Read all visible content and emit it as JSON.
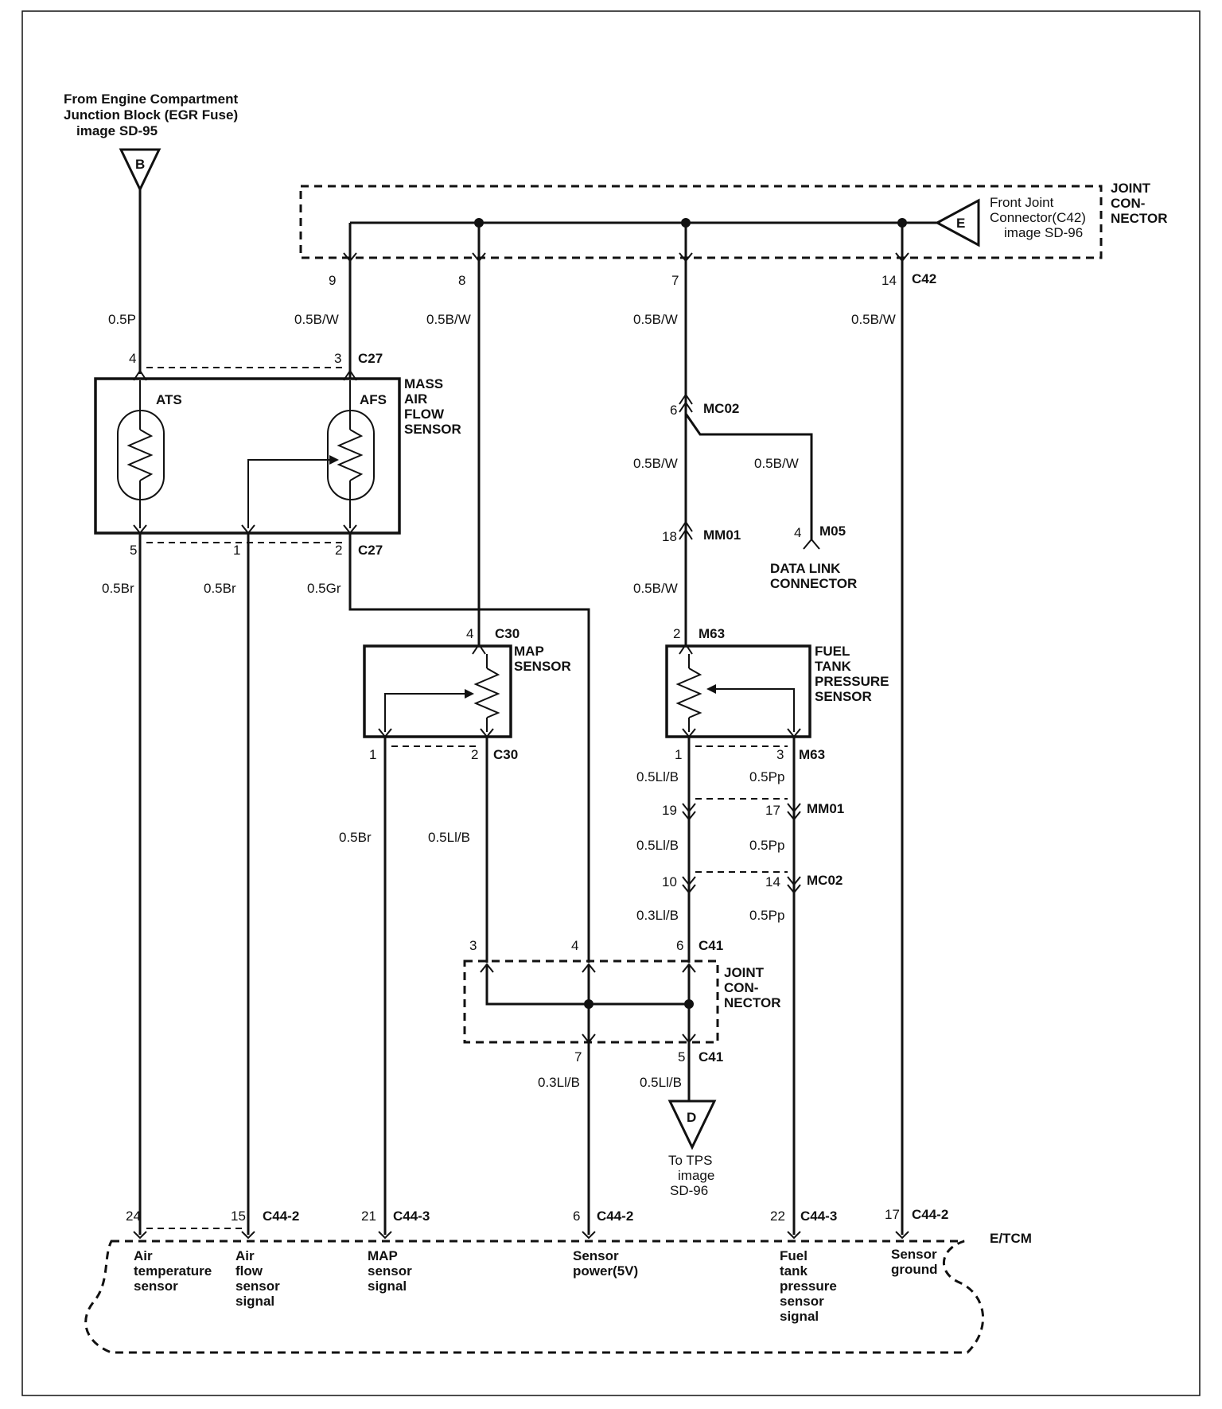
{
  "source": {
    "line1": "From Engine Compartment",
    "line2": "Junction Block (EGR Fuse)",
    "line3": "image  SD-95",
    "letter": "B"
  },
  "front_joint": {
    "line1": "Front Joint",
    "line2": "Connector(C42)",
    "line3": "image SD-96",
    "letter": "E",
    "label1": "JOINT",
    "label2": "CON-",
    "label3": "NECTOR",
    "connector": "C42",
    "pins": [
      "9",
      "8",
      "7",
      "14"
    ]
  },
  "wires": {
    "p05": "0.5P",
    "bw": "0.5B/W",
    "br": "0.5Br",
    "gr": "0.5Gr",
    "lib05": "0.5Ll/B",
    "lib03": "0.3Ll/B",
    "pp": "0.5Pp"
  },
  "maf": {
    "label1": "MASS",
    "label2": "AIR",
    "label3": "FLOW",
    "label4": "SENSOR",
    "ats": "ATS",
    "afs": "AFS",
    "connector": "C27",
    "top_pins": [
      "4",
      "3"
    ],
    "bottom_pins": [
      "5",
      "1",
      "2"
    ]
  },
  "mc02": {
    "name": "MC02",
    "pin_top": "6",
    "pin_bottom": "14"
  },
  "mm01": {
    "name": "MM01",
    "pin_top": "18",
    "pin_a": "19",
    "pin_b": "17"
  },
  "m05": {
    "name": "M05",
    "pin": "4",
    "label1": "DATA LINK",
    "label2": "CONNECTOR"
  },
  "map": {
    "label1": "MAP",
    "label2": "SENSOR",
    "connector": "C30",
    "pin_top": "4",
    "pin_b1": "1",
    "pin_b2": "2"
  },
  "ftp": {
    "label1": "FUEL",
    "label2": "TANK",
    "label3": "PRESSURE",
    "label4": "SENSOR",
    "connector": "M63",
    "pin_top": "2",
    "pin_b1": "1",
    "pin_b3": "3"
  },
  "mc02_b": {
    "pin": "10"
  },
  "joint2": {
    "label1": "JOINT",
    "label2": "CON-",
    "label3": "NECTOR",
    "connector": "C41",
    "pins_top": [
      "3",
      "4",
      "6"
    ],
    "pins_bottom": [
      "7",
      "5"
    ]
  },
  "tps": {
    "letter": "D",
    "line1": "To TPS",
    "line2": "image",
    "line3": "SD-96"
  },
  "ecu": {
    "name": "E/TCM",
    "terminals": [
      {
        "pin": "24",
        "conn": "",
        "l1": "Air",
        "l2": "temperature",
        "l3": "sensor",
        "l4": "",
        "l5": ""
      },
      {
        "pin": "15",
        "conn": "C44-2",
        "l1": "Air",
        "l2": "flow",
        "l3": "sensor",
        "l4": "signal",
        "l5": ""
      },
      {
        "pin": "21",
        "conn": "C44-3",
        "l1": "MAP",
        "l2": "sensor",
        "l3": "signal",
        "l4": "",
        "l5": ""
      },
      {
        "pin": "6",
        "conn": "C44-2",
        "l1": "Sensor",
        "l2": "power(5V)",
        "l3": "",
        "l4": "",
        "l5": ""
      },
      {
        "pin": "22",
        "conn": "C44-3",
        "l1": "Fuel",
        "l2": "tank",
        "l3": "pressure",
        "l4": "sensor",
        "l5": "signal"
      },
      {
        "pin": "17",
        "conn": "C44-2",
        "l1": "Sensor",
        "l2": "ground",
        "l3": "",
        "l4": "",
        "l5": ""
      }
    ]
  }
}
